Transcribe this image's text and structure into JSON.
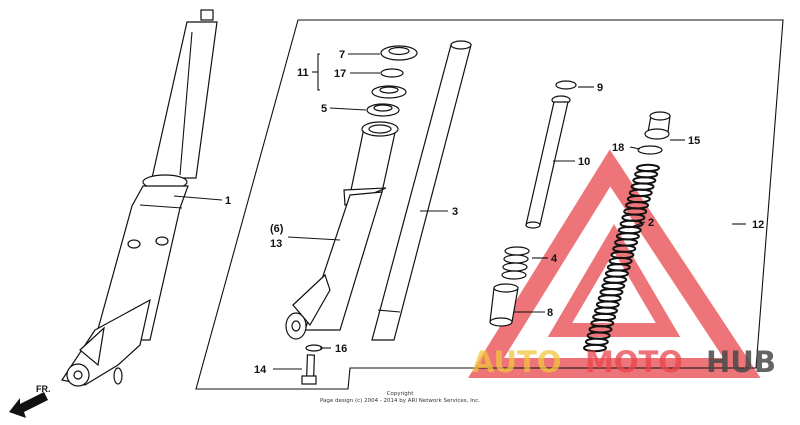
{
  "diagram": {
    "callouts": [
      {
        "id": "c1",
        "label": "1"
      },
      {
        "id": "c2",
        "label": "2"
      },
      {
        "id": "c3",
        "label": "3"
      },
      {
        "id": "c4",
        "label": "4"
      },
      {
        "id": "c5",
        "label": "5"
      },
      {
        "id": "c6",
        "label": "(6)"
      },
      {
        "id": "c7",
        "label": "7"
      },
      {
        "id": "c8",
        "label": "8"
      },
      {
        "id": "c9",
        "label": "9"
      },
      {
        "id": "c10",
        "label": "10"
      },
      {
        "id": "c11",
        "label": "11"
      },
      {
        "id": "c12",
        "label": "12"
      },
      {
        "id": "c13",
        "label": "13"
      },
      {
        "id": "c14",
        "label": "14"
      },
      {
        "id": "c15",
        "label": "15"
      },
      {
        "id": "c16",
        "label": "16"
      },
      {
        "id": "c17",
        "label": "17"
      },
      {
        "id": "c18",
        "label": "18"
      }
    ],
    "direction_label": "FR.",
    "copyright_line1": "Copyright",
    "copyright_line2": "Page design (c) 2004 - 2014 by ARI Network Services, Inc."
  },
  "watermark": {
    "part1": "AUTO",
    "part2": "MOTO",
    "part3": "HUB",
    "colors": {
      "auto": "#f2c53d",
      "moto": "#e8464b",
      "hub": "#4a4a4a",
      "triangle": "#e8464b"
    }
  }
}
